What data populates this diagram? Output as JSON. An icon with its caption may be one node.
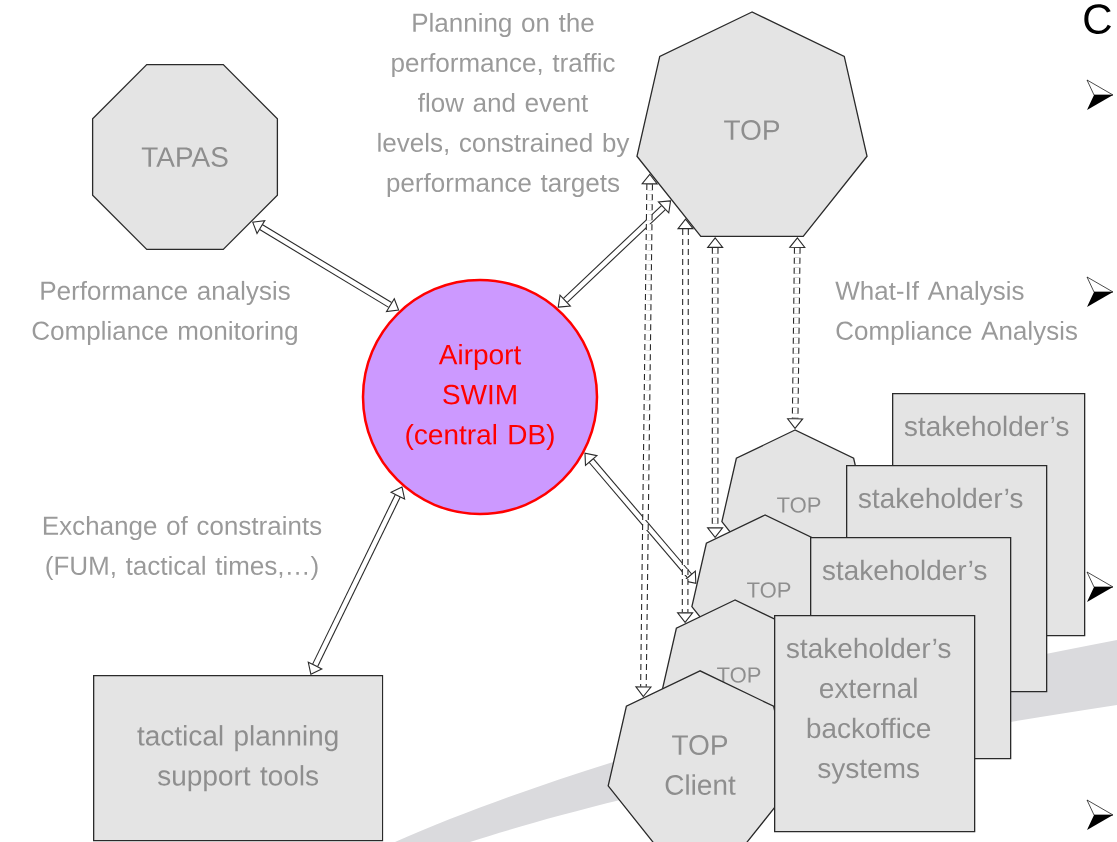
{
  "diagram": {
    "nodes": [
      {
        "text": [
          "TAPAS"
        ]
      },
      {
        "text": [
          "TOP"
        ]
      },
      {
        "text": [
          "Airport SWIM (central DB)"
        ]
      },
      {
        "text": [
          "tactical planning support tools"
        ]
      },
      {
        "text": [
          "TOP"
        ]
      },
      {
        "text": [
          "TOP"
        ]
      },
      {
        "text": [
          "TOP"
        ]
      },
      {
        "text": [
          "TOP Client"
        ]
      },
      {
        "text": [
          "stakeholder’s"
        ]
      },
      {
        "text": [
          "stakeholder’s"
        ]
      },
      {
        "text": [
          "stakeholder’s"
        ]
      },
      {
        "text": [
          "stakeholder’s external backoffice systems"
        ]
      }
    ],
    "edges": [
      {
        "from": 2,
        "to": 0,
        "arrow": "both",
        "label": "Performance analysis Compliance monitoring"
      },
      {
        "from": 2,
        "to": 1,
        "arrow": "both",
        "label": "Planning on the performance, traffic flow and event levels, constrained by performance targets"
      },
      {
        "from": 2,
        "to": 3,
        "arrow": "both",
        "label": "Exchange of constraints (FUM, tactical times,…)"
      },
      {
        "from": 2,
        "to": 5,
        "arrow": "both"
      },
      {
        "from": 1,
        "to": 4,
        "arrow": "both",
        "style": "dashed",
        "label": "What-If Analysis Compliance Analysis"
      },
      {
        "from": 1,
        "to": 5,
        "arrow": "both",
        "style": "dashed"
      },
      {
        "from": 1,
        "to": 6,
        "arrow": "both",
        "style": "dashed"
      },
      {
        "from": 1,
        "to": 7,
        "arrow": "both",
        "style": "dashed"
      }
    ],
    "labels": [
      "C"
    ]
  }
}
